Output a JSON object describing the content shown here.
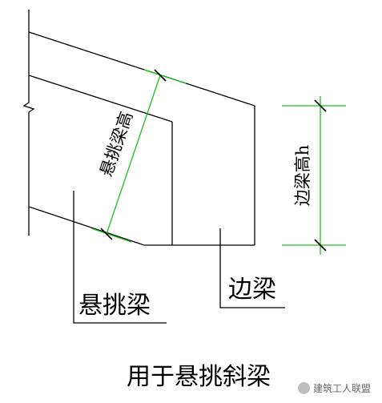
{
  "labels": {
    "cantilever_height_dim": "悬挑梁高",
    "edge_beam_height_dim": "边梁高h",
    "cantilever_beam": "悬挑梁",
    "edge_beam": "边梁"
  },
  "caption": "用于悬挑斜梁",
  "watermark": "建筑工人联盟",
  "colors": {
    "line": "#000000",
    "dimension": "#19c219"
  }
}
